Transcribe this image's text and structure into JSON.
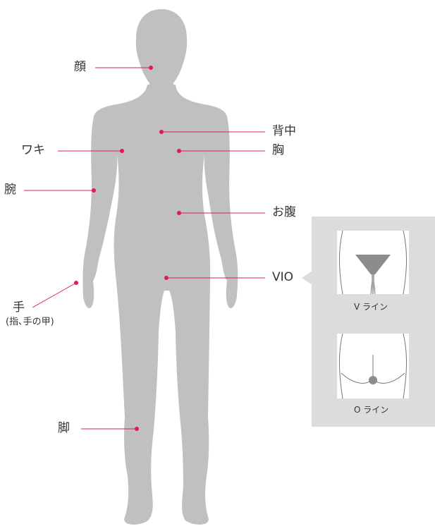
{
  "colors": {
    "silhouette": "#c0c0c2",
    "accent": "#e0195a",
    "panel": "#dcdcdc",
    "text": "#333333"
  },
  "labels": {
    "face": "顔",
    "back": "背中",
    "armpit": "ワキ",
    "chest": "胸",
    "arm": "腕",
    "belly": "お腹",
    "vio": "VIO",
    "hand": "手",
    "hand_detail": "(指､手の甲)",
    "leg": "脚"
  },
  "inset": {
    "v_line": "V ライン",
    "o_line": "O ライン"
  }
}
